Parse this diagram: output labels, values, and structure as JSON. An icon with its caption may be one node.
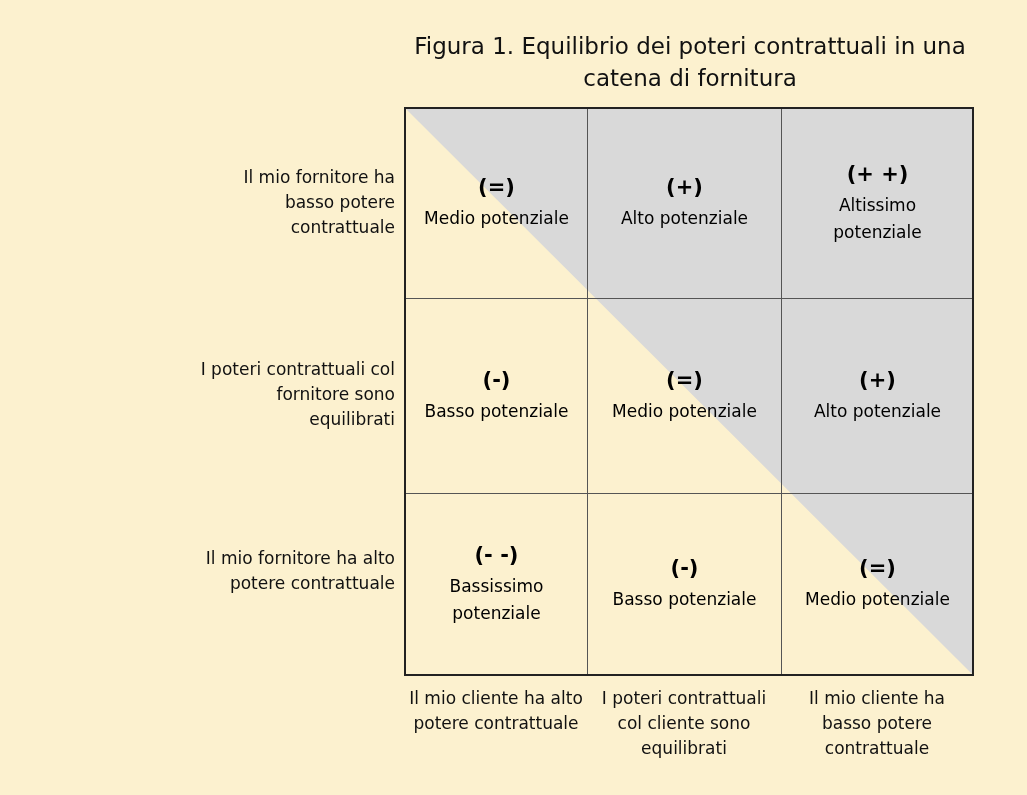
{
  "diagram": {
    "title": "Figura 1. Equilibrio dei poteri contrattuali in una catena di fornitura",
    "nodes": [
      {
        "text": [
          "(=)",
          "Medio potenziale"
        ]
      },
      {
        "text": [
          "(+)",
          "Alto potenziale"
        ]
      },
      {
        "text": [
          "(+ +)",
          "Altissimo potenziale"
        ]
      },
      {
        "text": [
          "(-)",
          "Basso potenziale"
        ]
      },
      {
        "text": [
          "(=)",
          "Medio potenziale"
        ]
      },
      {
        "text": [
          "(+)",
          "Alto potenziale"
        ]
      },
      {
        "text": [
          "(- -)",
          "Bassissimo potenziale"
        ]
      },
      {
        "text": [
          "(-)",
          "Basso potenziale"
        ]
      },
      {
        "text": [
          "(=)",
          "Medio potenziale"
        ]
      }
    ],
    "edges": [],
    "labels": [
      "Il mio fornitore ha basso potere contrattuale",
      "I poteri contrattuali col fornitore sono equilibrati",
      "Il mio fornitore ha alto potere contrattuale",
      "Il mio cliente ha alto potere contrattuale",
      "I poteri contrattuali col cliente sono equilibrati",
      "Il mio cliente ha basso potere contrattuale"
    ]
  }
}
